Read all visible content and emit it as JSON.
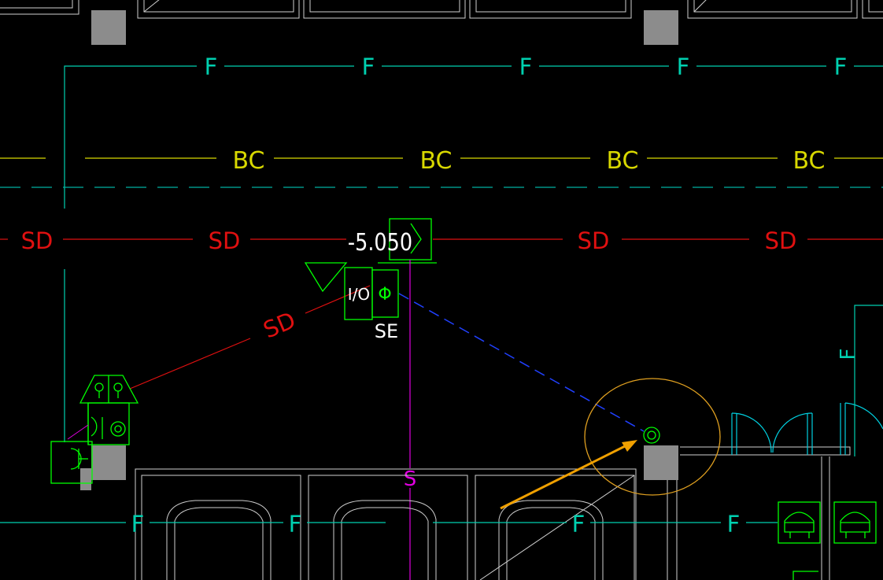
{
  "labels": {
    "fire_line": "F",
    "bc_line": "BC",
    "sd_line": "SD",
    "elevation": "-5.050",
    "io_label": "I/O",
    "phi_symbol": "Φ",
    "se_label": "SE",
    "s_line": "S"
  },
  "colors": {
    "background": "#000000",
    "fire_line": "#00d0b0",
    "bc_line": "#d8d800",
    "bc_dash": "#00b0a0",
    "sd_line": "#e01010",
    "equipment": "#00ff00",
    "dashed_link": "#2040ff",
    "s_line": "#e000e0",
    "highlight_circle": "#e0a020",
    "arrow": "#f0a000",
    "structure": "#d0d0d0",
    "column": "#8c8c8c",
    "door": "#00d0e0",
    "text_white": "#ffffff"
  }
}
